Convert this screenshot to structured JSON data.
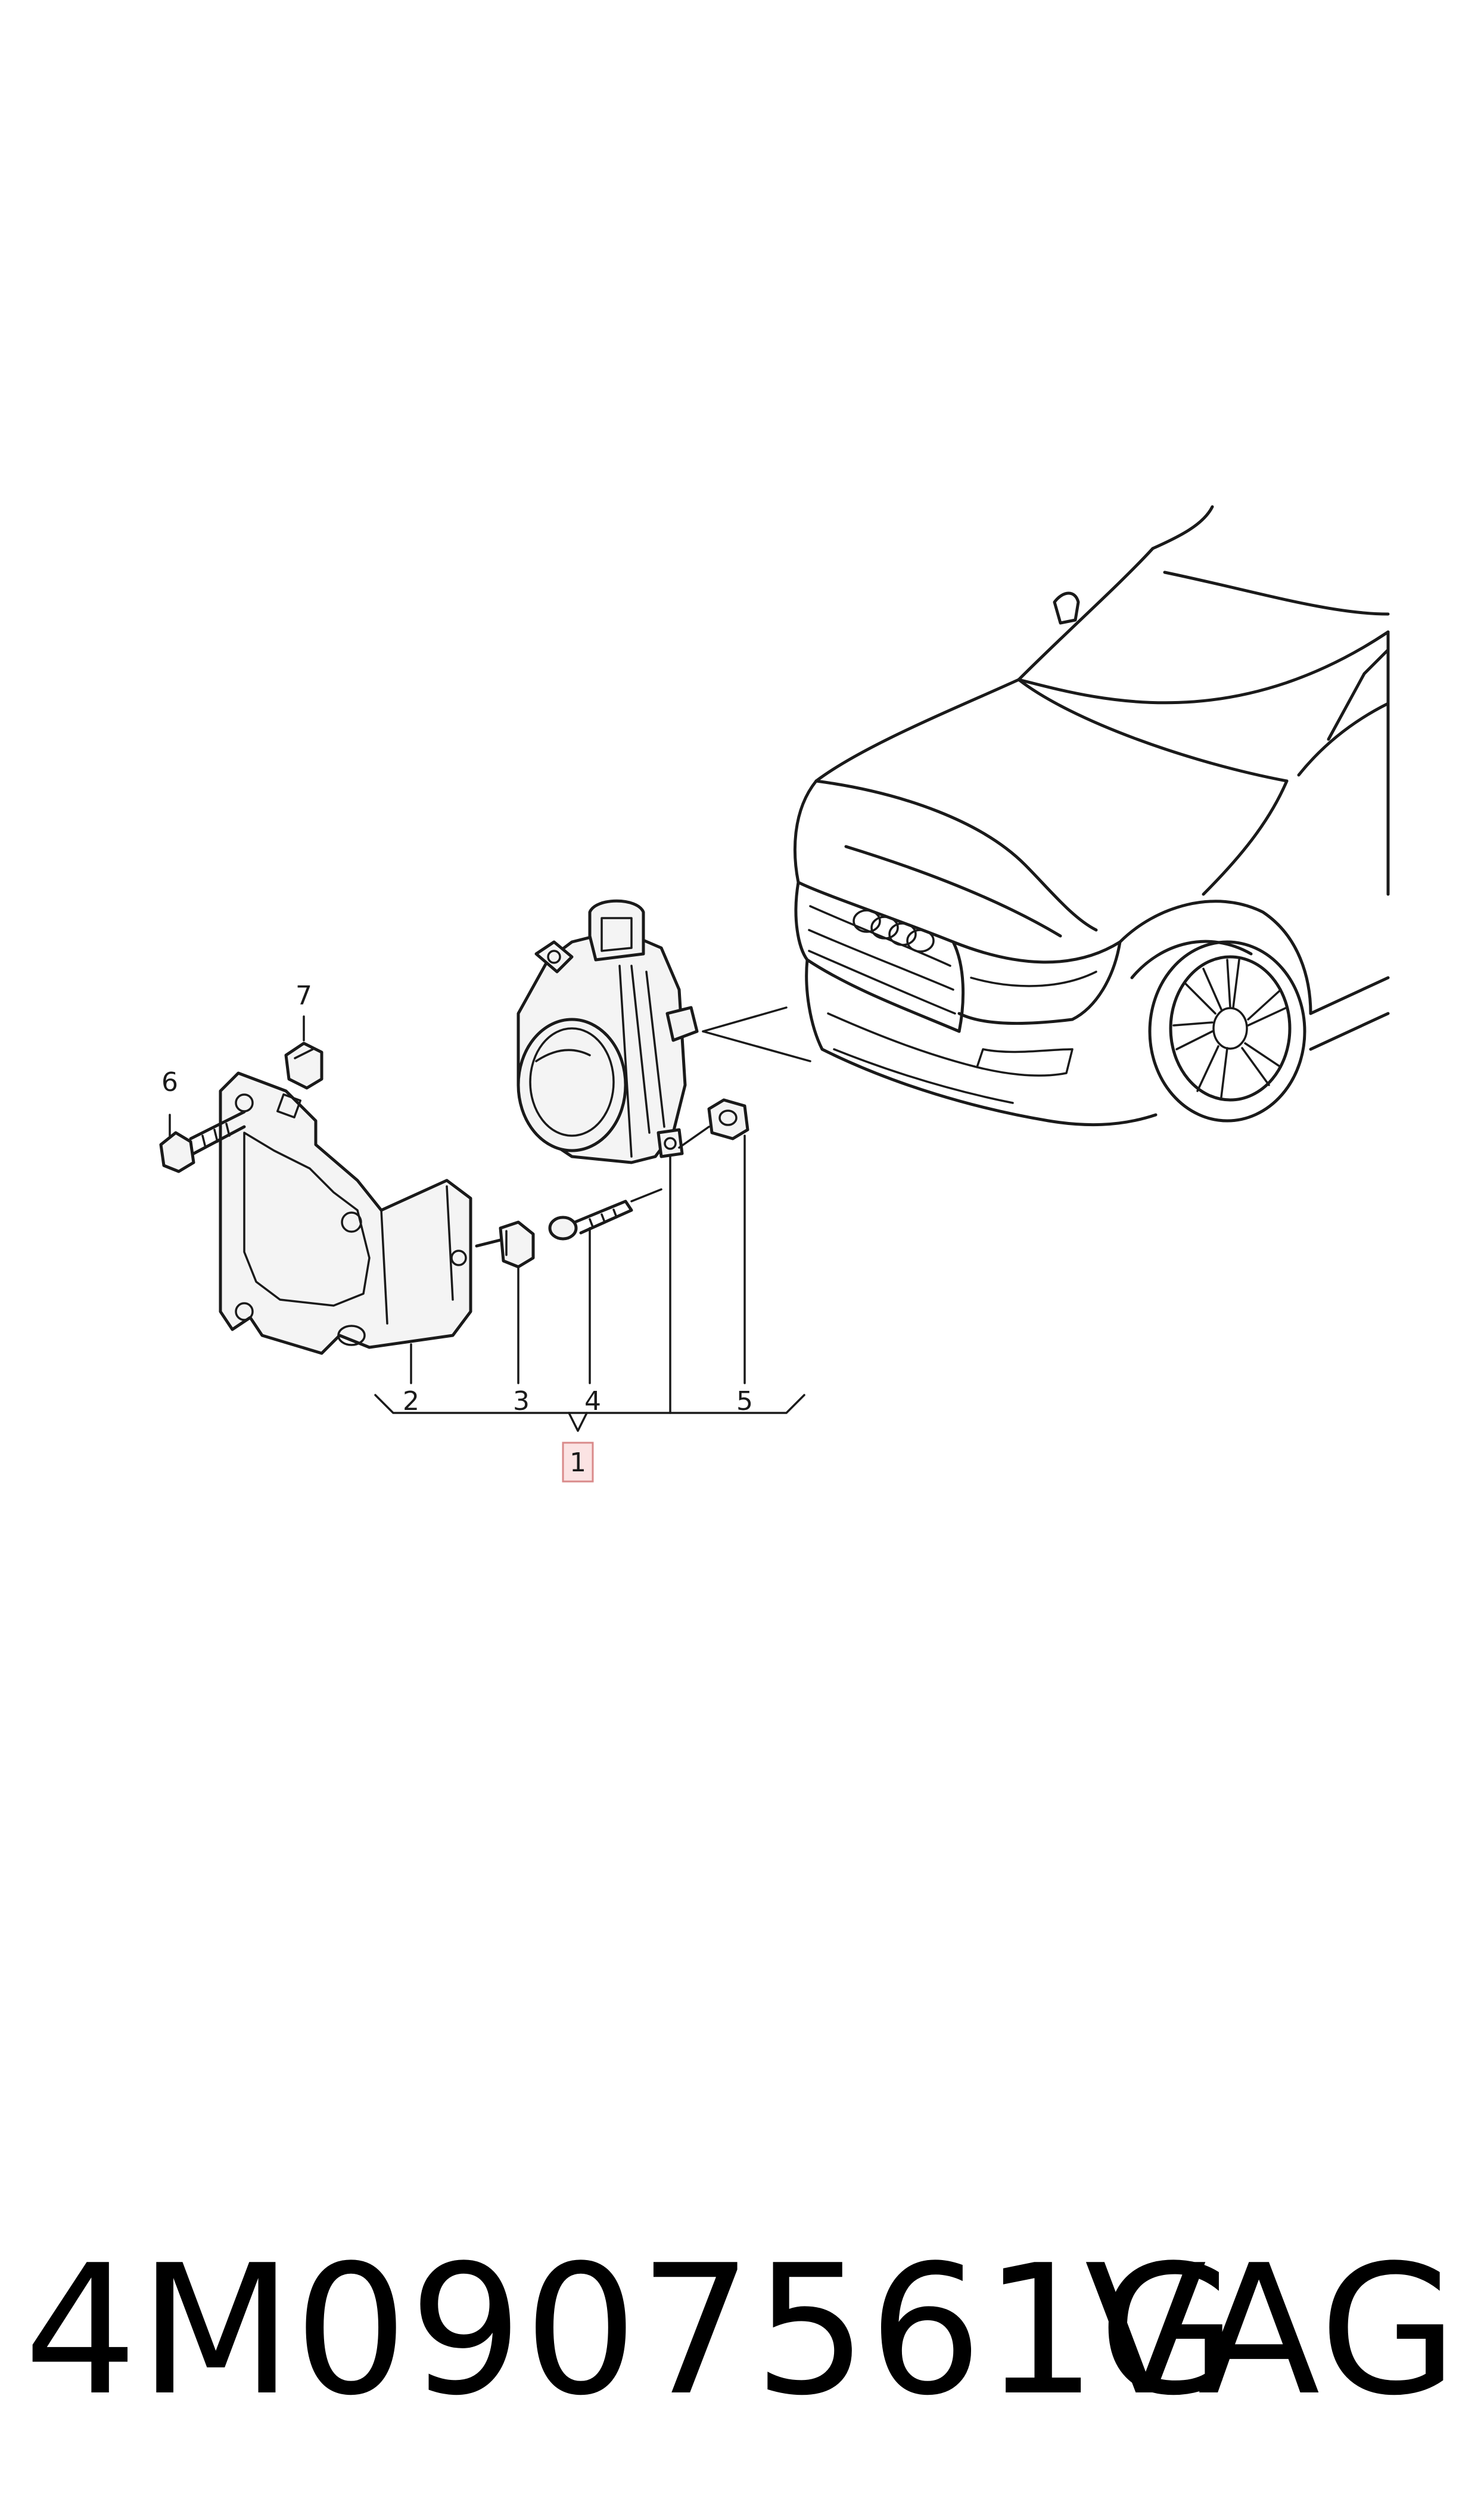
{
  "diagram": {
    "callouts": {
      "c1": "1",
      "c2": "2",
      "c3": "3",
      "c4": "4",
      "c5": "5",
      "c6": "6",
      "c7": "7"
    },
    "highlighted_callout": "1"
  },
  "footer": {
    "part_number": "4M0907561G",
    "brand": "VAG"
  },
  "colors": {
    "line": "#1a1a1a",
    "highlight_fill": "#fbe3e3",
    "highlight_stroke": "#d98a8a"
  }
}
